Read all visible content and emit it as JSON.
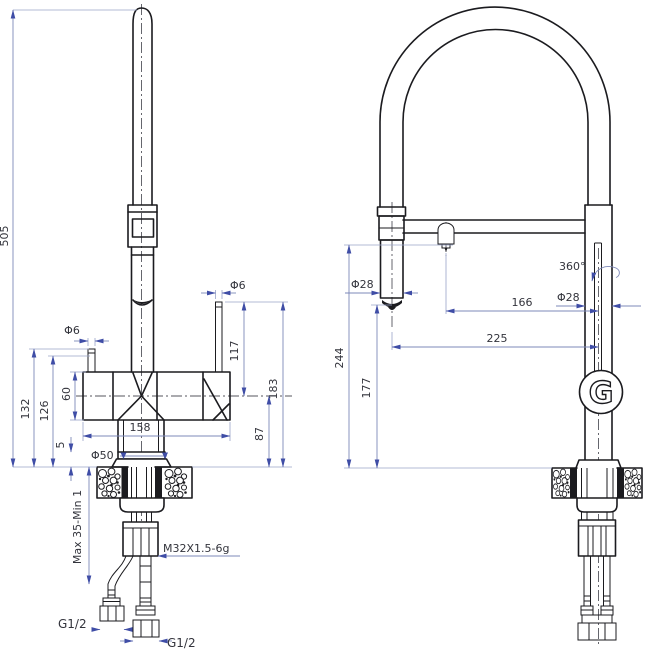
{
  "drawing": {
    "type": "technical-dimension-drawing",
    "subject": "kitchen mixer faucet, front view and side view",
    "colors": {
      "outline": "#1b1b1f",
      "dimension_line": "#7d88b8",
      "arrow": "#3f4da6",
      "label_text": "#33343c",
      "background": "#ffffff"
    },
    "front_view": {
      "overall_height": "505",
      "side_lever_diameter": "Φ6",
      "height_to_lever_top": "132",
      "height_to_lever_cap": "126",
      "body_height": "60",
      "base_gap": "5",
      "base_diameter": "Φ50",
      "body_length": "158",
      "handle_diameter": "Φ6",
      "handle_height": "117",
      "handle_top_height": "183",
      "outlet_height": "87",
      "counter_thickness_range": "Max 35-Min 1",
      "mounting_thread": "M32X1.5-6g",
      "hose_thread_left": "G1/2",
      "hose_thread_center": "G1/2"
    },
    "side_view": {
      "spray_head_height": "244",
      "outlet_height": "177",
      "spray_head_diameter": "Φ28",
      "spray_offset": "166",
      "spout_reach": "225",
      "swivel_angle": "360°",
      "column_diameter": "Φ28",
      "logo_letter": "G"
    }
  }
}
